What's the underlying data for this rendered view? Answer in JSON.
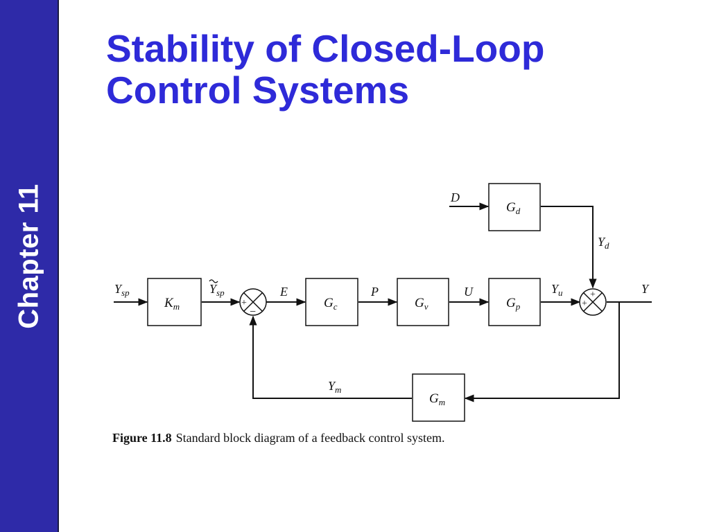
{
  "sidebar": {
    "chapter_label": "Chapter 11"
  },
  "slide": {
    "title_line1": "Stability of Closed-Loop",
    "title_line2": "Control Systems"
  },
  "diagram": {
    "blocks": {
      "km": "K",
      "gc": "G",
      "gv": "G",
      "gp": "G",
      "gd": "G",
      "gm": "G"
    },
    "block_subscripts": {
      "km": "m",
      "gc": "c",
      "gv": "v",
      "gp": "p",
      "gd": "d",
      "gm": "m"
    },
    "signals": {
      "ysp": "Y",
      "ysp_tilde": "Y",
      "e": "E",
      "p": "P",
      "u": "U",
      "yu": "Y",
      "yd": "Y",
      "y": "Y",
      "d": "D",
      "ym": "Y"
    },
    "signal_subscripts": {
      "ysp": "sp",
      "ysp_tilde": "sp",
      "yu": "u",
      "yd": "d",
      "ym": "m"
    },
    "signs": {
      "sum1_plus": "+",
      "sum1_minus": "−",
      "sum2_plus_top": "+",
      "sum2_plus_left": "+"
    }
  },
  "caption": {
    "label": "Figure 11.8",
    "text": "Standard block diagram of a feedback control system."
  },
  "colors": {
    "sidebar_bg": "#2e2aa8",
    "title": "#2e2ad8"
  }
}
